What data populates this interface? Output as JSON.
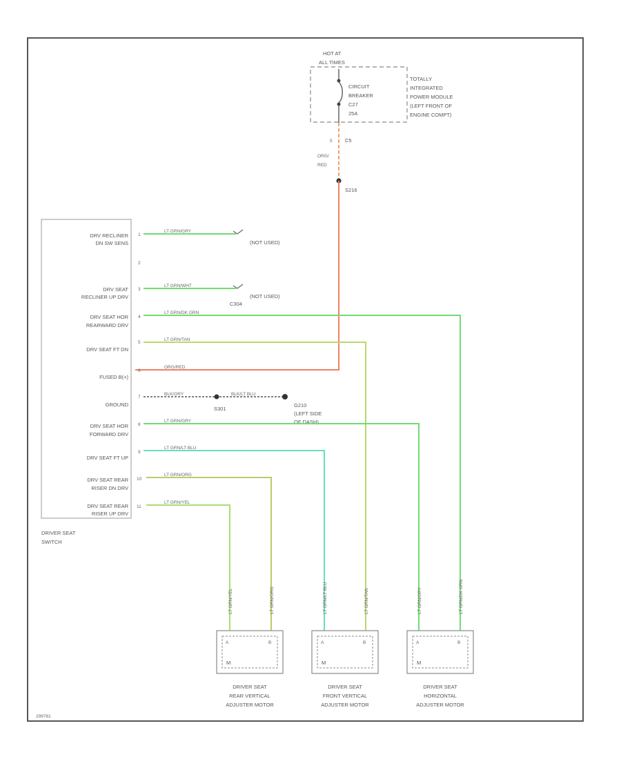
{
  "module": {
    "lines": [
      "HOT AT",
      "ALL TIMES",
      "TOTALLY",
      "INTEGRATED",
      "POWER MODULE",
      "(LEFT FRONT OF",
      "ENGINE COMPT)"
    ],
    "breaker": [
      "CIRCUIT",
      "BREAKER",
      "C27",
      "25A"
    ]
  },
  "feed": {
    "connector_pin": "5",
    "connector": "C5",
    "wire": [
      "ORG/",
      "RED"
    ],
    "splice": "S216"
  },
  "switch": {
    "caption": [
      "DRIVER SEAT",
      "SWITCH"
    ],
    "rows": [
      {
        "label": [
          "DRV RECLINER",
          "DN SW SENS"
        ],
        "pin": "1",
        "wire": "LT GRN/GRY",
        "dest": "(NOT USED)"
      },
      {
        "label": [],
        "pin": "2",
        "wire": "",
        "dest": ""
      },
      {
        "label": [
          "DRV SEAT",
          "RECLINER UP DRV"
        ],
        "pin": "3",
        "wire": "LT GRN/WHT",
        "dest": "(NOT USED)"
      },
      {
        "label": [
          "DRV SEAT HOR",
          "REARWARD DRV"
        ],
        "pin": "4",
        "wire": "LT GRN/DK GRN",
        "dest": ""
      },
      {
        "label": [
          "DRV SEAT FT DN"
        ],
        "pin": "5",
        "wire": "LT GRN/TAN",
        "dest": ""
      },
      {
        "label": [
          "FUSED B(+)"
        ],
        "pin": "6",
        "wire": "ORG/RED",
        "dest": ""
      },
      {
        "label": [
          "GROUND"
        ],
        "pin": "7",
        "wire": "BLK/GRY",
        "dest": ""
      },
      {
        "label": [
          "DRV SEAT HOR",
          "FORWARD DRV"
        ],
        "pin": "8",
        "wire": "LT GRN/GRY",
        "dest": ""
      },
      {
        "label": [
          "DRV SEAT FT UP"
        ],
        "pin": "9",
        "wire": "LT GRN/LT BLU",
        "dest": ""
      },
      {
        "label": [
          "DRV SEAT REAR",
          "RISER DN DRV"
        ],
        "pin": "10",
        "wire": "LT GRN/ORG",
        "dest": ""
      },
      {
        "label": [
          "DRV SEAT REAR",
          "RISER UP DRV"
        ],
        "pin": "11",
        "wire": "LT GRN/YEL",
        "dest": ""
      }
    ],
    "connector": "C304"
  },
  "ground": {
    "wire2": "BLK/LT BLU",
    "splice": "S301",
    "point": "G210",
    "location": [
      "(LEFT SIDE",
      "OF DASH)"
    ]
  },
  "motors": [
    {
      "caption": [
        "DRIVER SEAT",
        "REAR VERTICAL",
        "ADJUSTER MOTOR"
      ],
      "pins": [
        "A",
        "B"
      ],
      "symbol": "M",
      "wires": [
        "LT GRN/YEL",
        "LT GRN/ORG"
      ]
    },
    {
      "caption": [
        "DRIVER SEAT",
        "FRONT VERTICAL",
        "ADJUSTER MOTOR"
      ],
      "pins": [
        "A",
        "B"
      ],
      "symbol": "M",
      "wires": [
        "LT GRN/LT BLU",
        "LT GRN/TAN"
      ]
    },
    {
      "caption": [
        "DRIVER SEAT",
        "HORIZONTAL",
        "ADJUSTER MOTOR"
      ],
      "pins": [
        "A",
        "B"
      ],
      "symbol": "M",
      "wires": [
        "LT GRN/GRY",
        "LT GRN/DK GRN"
      ]
    }
  ],
  "footer_code": "299761",
  "colors": {
    "green": "#6fdc6f",
    "orange": "#f08060",
    "light_blue": "#66dfc0",
    "olive": "#b8cc6a",
    "frame": "#555555"
  }
}
